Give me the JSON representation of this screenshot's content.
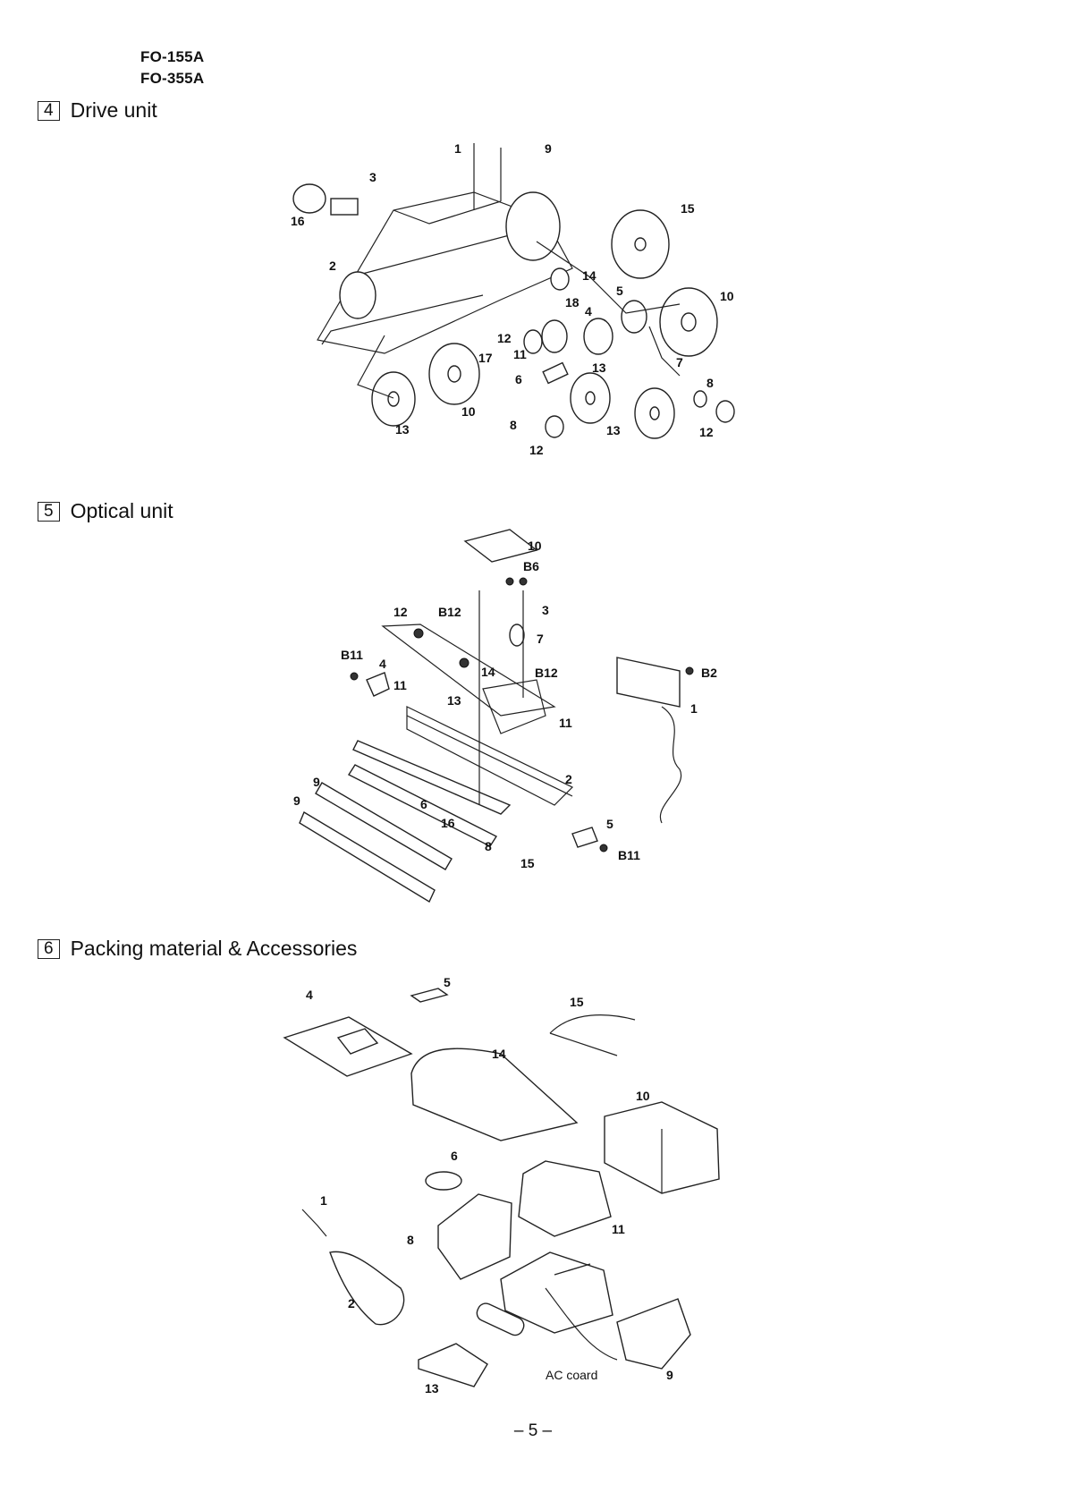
{
  "header": {
    "model_1": "FO-155A",
    "model_2": "FO-355A"
  },
  "sections": [
    {
      "number": "4",
      "title": "Drive unit",
      "labels": [
        "1",
        "9",
        "3",
        "16",
        "15",
        "2",
        "14",
        "5",
        "10",
        "18",
        "4",
        "12",
        "11",
        "17",
        "13",
        "7",
        "6",
        "8",
        "10",
        "13",
        "8",
        "12",
        "13",
        "12"
      ]
    },
    {
      "number": "5",
      "title": "Optical unit",
      "labels": [
        "10",
        "B6",
        "3",
        "12",
        "B12",
        "7",
        "B11",
        "4",
        "11",
        "14",
        "B12",
        "B2",
        "13",
        "1",
        "11",
        "2",
        "9",
        "9",
        "6",
        "16",
        "5",
        "8",
        "15",
        "B11"
      ]
    },
    {
      "number": "6",
      "title": "Packing material & Accessories",
      "labels": [
        "5",
        "4",
        "15",
        "14",
        "10",
        "6",
        "1",
        "11",
        "8",
        "2",
        "AC coard",
        "9",
        "13"
      ]
    }
  ],
  "footer": {
    "page_number": "– 5 –"
  }
}
